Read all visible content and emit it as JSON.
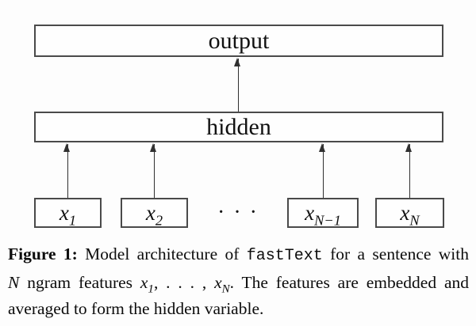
{
  "colors": {
    "background": "#fdfdfd",
    "box_border": "#4a4a4a",
    "arrow": "#303030",
    "text": "#111111"
  },
  "diagram": {
    "output_label": "output",
    "hidden_label": "hidden",
    "ellipsis": "· · ·",
    "inputs": [
      {
        "base": "x",
        "sub": "1"
      },
      {
        "base": "x",
        "sub": "2"
      },
      {
        "base": "x",
        "sub": "N−1"
      },
      {
        "base": "x",
        "sub": "N"
      }
    ]
  },
  "caption": {
    "line1": {
      "label": "Figure 1:",
      "text1": " Model architecture of ",
      "code": "fastText",
      "text2": " for a sentence with"
    },
    "line2": {
      "var_n": "N",
      "text1": " ngram features ",
      "x1_base": "x",
      "x1_sub": "1",
      "dots": ", . . . , ",
      "xn_base": "x",
      "xn_sub": "N",
      "text2": ". The features are embedded and"
    },
    "line3": {
      "text": "averaged to form the hidden variable."
    }
  }
}
